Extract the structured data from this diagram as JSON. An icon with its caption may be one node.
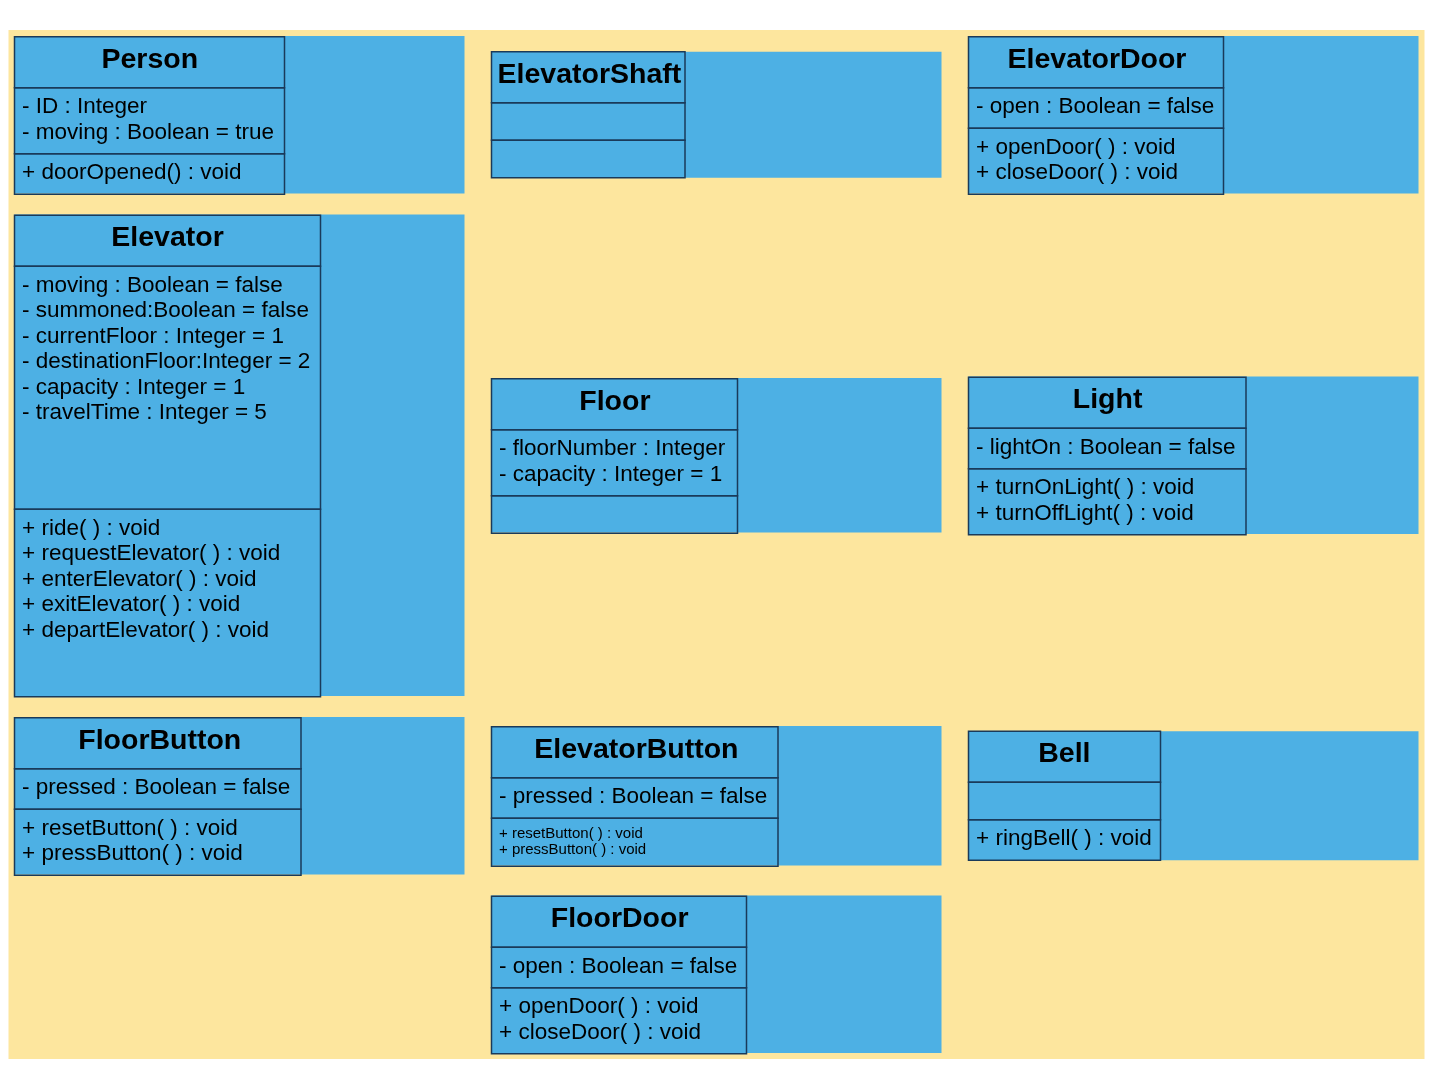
{
  "diagram": {
    "nodes": [
      {
        "text": [
          "Person",
          "- ID : Integer",
          "- moving : Boolean = true",
          "+ doorOpened() : void"
        ]
      },
      {
        "text": [
          "ElevatorShaft"
        ]
      },
      {
        "text": [
          "ElevatorDoor",
          "- open : Boolean = false",
          "+ openDoor( ) : void",
          "+ closeDoor( ) : void"
        ]
      },
      {
        "text": [
          "Elevator",
          "- moving : Boolean = false",
          "- summoned:Boolean = false",
          "- currentFloor : Integer = 1",
          "- destinationFloor:Integer = 2",
          "- capacity : Integer = 1",
          "- travelTime : Integer = 5",
          "+ ride( ) : void",
          "+ requestElevator( ) : void",
          "+ enterElevator( ) : void",
          "+ exitElevator( ) : void",
          "+ departElevator( ) : void"
        ]
      },
      {
        "text": [
          "Floor",
          "- floorNumber : Integer",
          "- capacity : Integer = 1"
        ]
      },
      {
        "text": [
          "Light",
          "- lightOn : Boolean = false",
          "+ turnOnLight( ) : void",
          "+ turnOffLight( ) : void"
        ]
      },
      {
        "text": [
          "ElevatorButton",
          "- pressed : Boolean = false",
          "+ resetButton( ) : void",
          "+ pressButton( ) : void"
        ]
      },
      {
        "text": [
          "Bell",
          "+ ringBell( ) : void"
        ]
      },
      {
        "text": [
          "FloorButton",
          "- pressed : Boolean = false",
          "+ resetButton( ) : void",
          "+ pressButton( ) : void"
        ]
      },
      {
        "text": [
          "FloorDoor",
          "- open : Boolean = false",
          "+ openDoor( ) : void",
          "+ closeDoor( ) : void"
        ]
      }
    ],
    "edges": []
  }
}
